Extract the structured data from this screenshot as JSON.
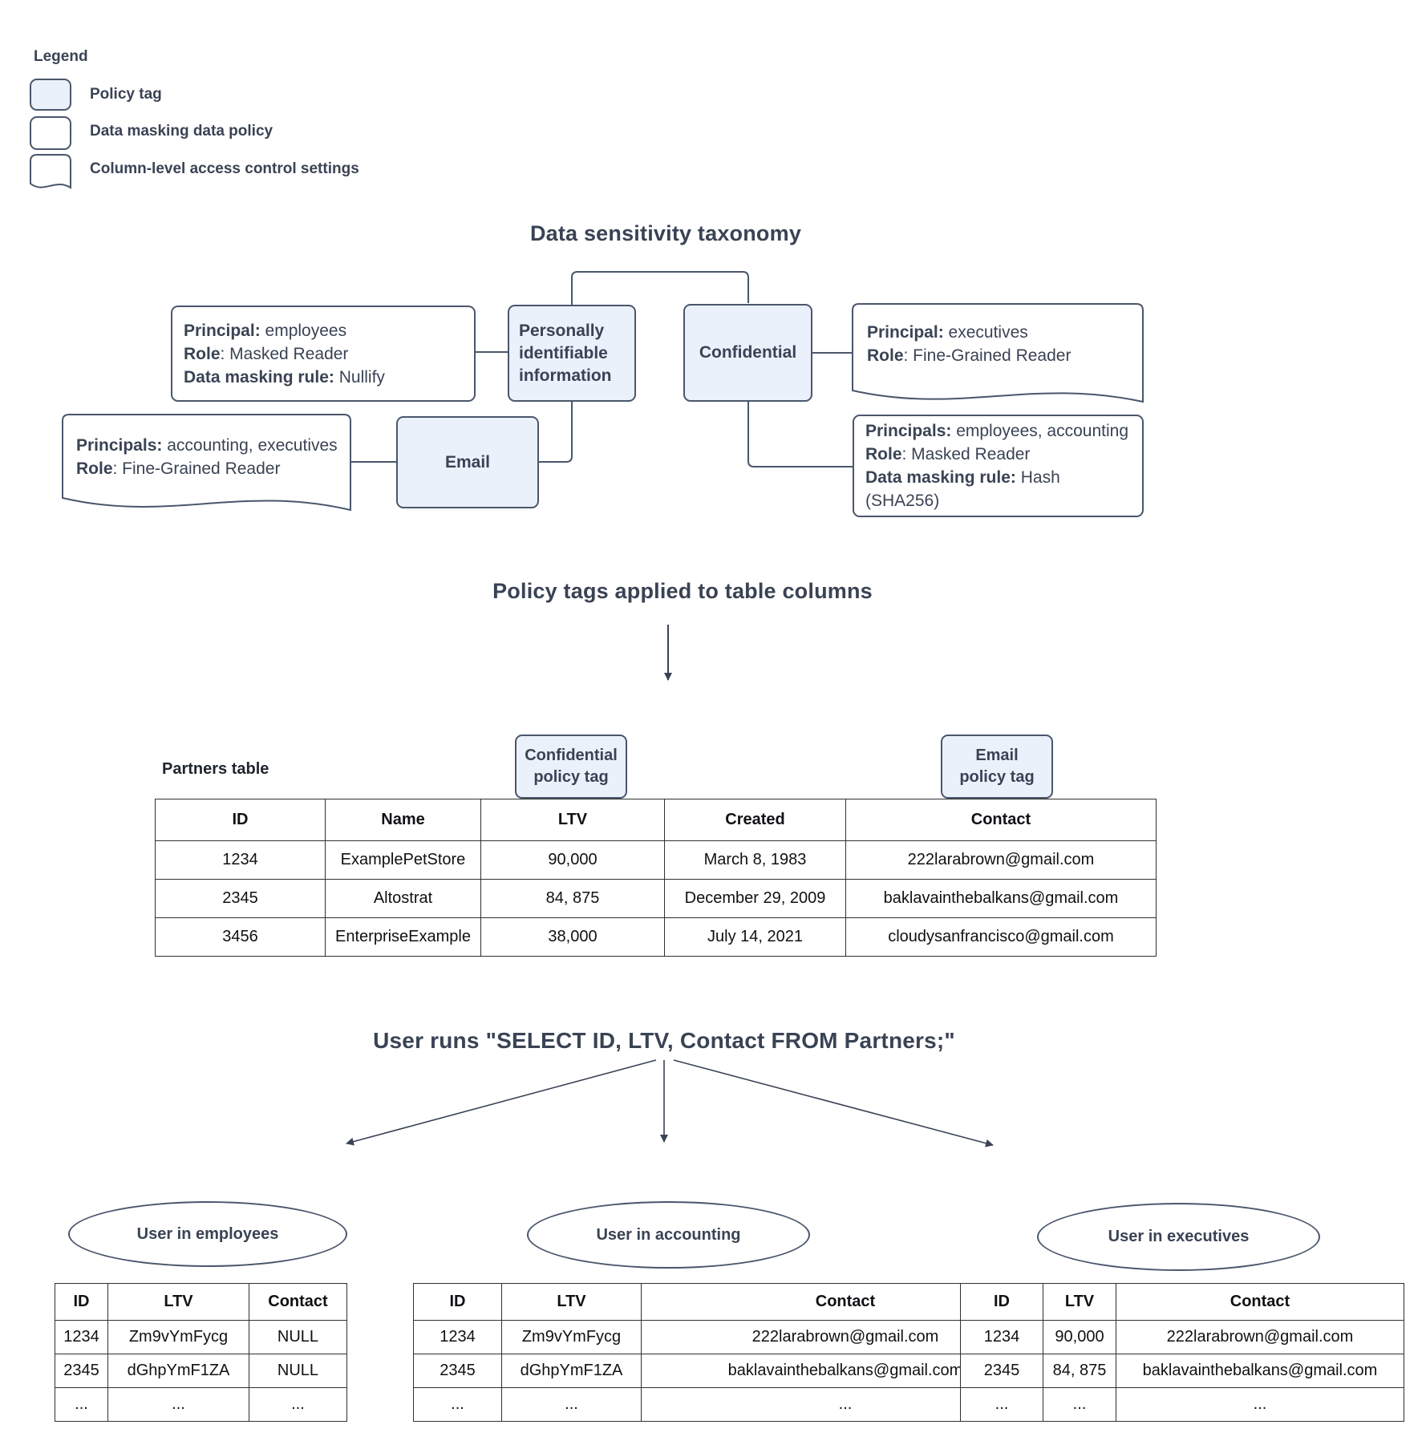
{
  "legend": {
    "title": "Legend",
    "items": [
      {
        "label": "Policy tag"
      },
      {
        "label": "Data masking data policy"
      },
      {
        "label": "Column-level access control settings"
      }
    ]
  },
  "taxonomy": {
    "title": "Data sensitivity taxonomy",
    "nodes": {
      "pii": "Personally identifiable information",
      "confidential": "Confidential",
      "email": "Email"
    },
    "masking_policy_pii": [
      {
        "label": "Principal:",
        "value": " employees"
      },
      {
        "label": "Role",
        "value": ": Masked Reader"
      },
      {
        "label": "Data masking rule:",
        "value": " Nullify"
      }
    ],
    "access_policy_email": [
      {
        "label": "Principals:",
        "value": " accounting, executives"
      },
      {
        "label": "Role",
        "value": ": Fine-Grained Reader"
      }
    ],
    "access_policy_confidential": [
      {
        "label": "Principal:",
        "value": " executives"
      },
      {
        "label": "Role",
        "value": ": Fine-Grained Reader"
      }
    ],
    "masking_policy_confidential": [
      {
        "label": "Principals:",
        "value": " employees, accounting"
      },
      {
        "label": "Role",
        "value": ": Masked Reader"
      },
      {
        "label": "Data masking rule:",
        "value": " Hash (SHA256)"
      }
    ]
  },
  "applied": {
    "title": "Policy tags applied to table columns",
    "partners_label": "Partners table",
    "confidential_tag": {
      "line1": "Confidential",
      "line2": "policy tag"
    },
    "email_tag": {
      "line1": "Email",
      "line2": "policy tag"
    },
    "table": {
      "headers": [
        "ID",
        "Name",
        "LTV",
        "Created",
        "Contact"
      ],
      "rows": [
        [
          "1234",
          "ExamplePetStore",
          "90,000",
          "March 8, 1983",
          "222larabrown@gmail.com"
        ],
        [
          "2345",
          "Altostrat",
          "84, 875",
          "December 29, 2009",
          "baklavainthebalkans@gmail.com"
        ],
        [
          "3456",
          "EnterpriseExample",
          "38,000",
          "July 14, 2021",
          "cloudysanfrancisco@gmail.com"
        ]
      ]
    }
  },
  "query": {
    "title": "User runs \"SELECT ID, LTV, Contact FROM Partners;\"",
    "results": [
      {
        "user": "User in employees",
        "headers": [
          "ID",
          "LTV",
          "Contact"
        ],
        "rows": [
          [
            "1234",
            "Zm9vYmFycg",
            "NULL"
          ],
          [
            "2345",
            "dGhpYmF1ZA",
            "NULL"
          ],
          [
            "...",
            "...",
            "..."
          ]
        ]
      },
      {
        "user": "User in accounting",
        "headers": [
          "ID",
          "LTV",
          "Contact"
        ],
        "rows": [
          [
            "1234",
            "Zm9vYmFycg",
            "222larabrown@gmail.com"
          ],
          [
            "2345",
            "dGhpYmF1ZA",
            "baklavainthebalkans@gmail.com"
          ],
          [
            "...",
            "...",
            "..."
          ]
        ]
      },
      {
        "user": "User in executives",
        "headers": [
          "ID",
          "LTV",
          "Contact"
        ],
        "rows": [
          [
            "1234",
            "90,000",
            "222larabrown@gmail.com"
          ],
          [
            "2345",
            "84, 875",
            "baklavainthebalkans@gmail.com"
          ],
          [
            "...",
            "...",
            "..."
          ]
        ]
      }
    ]
  },
  "colors": {
    "policy_tag_fill": "#eaf1fb",
    "outline": "#4a566b",
    "title_text": "#3a4354",
    "table_text": "#101114"
  }
}
